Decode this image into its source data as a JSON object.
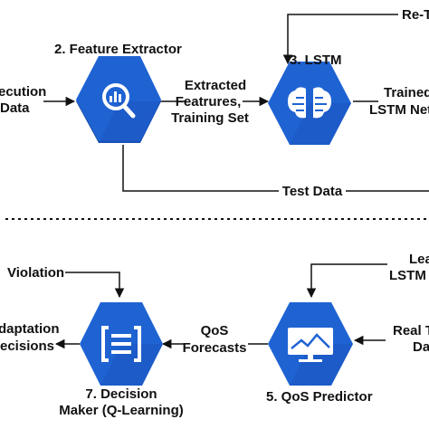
{
  "nodes": {
    "feature_extractor": {
      "title": "2. Feature Extractor",
      "icon": "magnifier-bar-chart-icon"
    },
    "lstm": {
      "title": "3. LSTM",
      "icon": "brain-chip-icon"
    },
    "qos_predictor": {
      "title": "5. QoS Predictor",
      "icon": "monitor-chart-icon"
    },
    "decision_maker": {
      "title_line1": "7. Decision",
      "title_line2": "Maker (Q-Learning)",
      "icon": "bracket-list-icon"
    }
  },
  "edges": {
    "execution_data": {
      "line1": "ecution",
      "line2": "Data"
    },
    "extracted": {
      "line1": "Extracted",
      "line2": "Featrures,",
      "line3": "Training Set"
    },
    "retrain": {
      "text": "Re-T"
    },
    "trained": {
      "line1": "Trained",
      "line2": "LSTM Net"
    },
    "test_data": {
      "text": "Test Data"
    },
    "violation": {
      "text": "Violation"
    },
    "adaptation": {
      "line1": "daptation",
      "line2": "ecisions"
    },
    "qos_forecasts": {
      "line1": "QoS",
      "line2": "Forecasts"
    },
    "learned": {
      "line1": "Lea",
      "line2": "LSTM N"
    },
    "real": {
      "line1": "Real T",
      "line2": "Da"
    }
  },
  "colors": {
    "hex_fill": "#1f63d3",
    "hex_shadow": "#1a4fa8",
    "line": "#111111",
    "icon": "#ffffff"
  }
}
